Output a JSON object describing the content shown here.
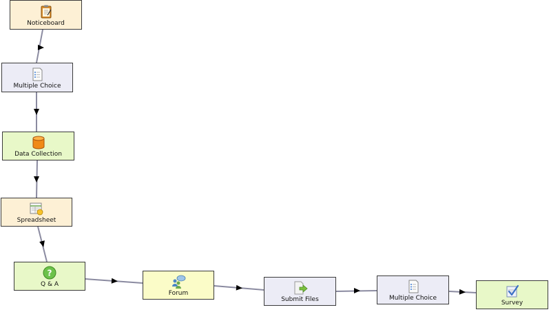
{
  "diagram": {
    "nodes": [
      {
        "id": "noticeboard",
        "label": "Noticeboard",
        "icon": "noticeboard-icon",
        "color": "orange"
      },
      {
        "id": "mc1",
        "label": "Multiple Choice",
        "icon": "multiple-choice-icon",
        "color": "purple"
      },
      {
        "id": "datacollection",
        "label": "Data Collection",
        "icon": "database-cylinder-icon",
        "color": "green"
      },
      {
        "id": "spreadsheet",
        "label": "Spreadsheet",
        "icon": "spreadsheet-icon",
        "color": "orange"
      },
      {
        "id": "qa",
        "label": "Q & A",
        "icon": "question-mark-icon",
        "color": "green"
      },
      {
        "id": "forum",
        "label": "Forum",
        "icon": "forum-people-icon",
        "color": "yellow"
      },
      {
        "id": "submitfiles",
        "label": "Submit Files",
        "icon": "submit-files-icon",
        "color": "purple"
      },
      {
        "id": "mc2",
        "label": "Multiple Choice",
        "icon": "multiple-choice-icon",
        "color": "purple"
      },
      {
        "id": "survey",
        "label": "Survey",
        "icon": "survey-checkmark-icon",
        "color": "green"
      }
    ],
    "edges": [
      [
        "noticeboard",
        "mc1"
      ],
      [
        "mc1",
        "datacollection"
      ],
      [
        "datacollection",
        "spreadsheet"
      ],
      [
        "spreadsheet",
        "qa"
      ],
      [
        "qa",
        "forum"
      ],
      [
        "forum",
        "submitfiles"
      ],
      [
        "submitfiles",
        "mc2"
      ],
      [
        "mc2",
        "survey"
      ]
    ],
    "colors": {
      "orange": "#fdf0d5",
      "purple": "#ececf6",
      "green": "#e8f8c8",
      "yellow": "#fbfcc8",
      "edge": "#8a8aa0",
      "arrow": "#000000",
      "border": "#3a3a3a"
    }
  }
}
